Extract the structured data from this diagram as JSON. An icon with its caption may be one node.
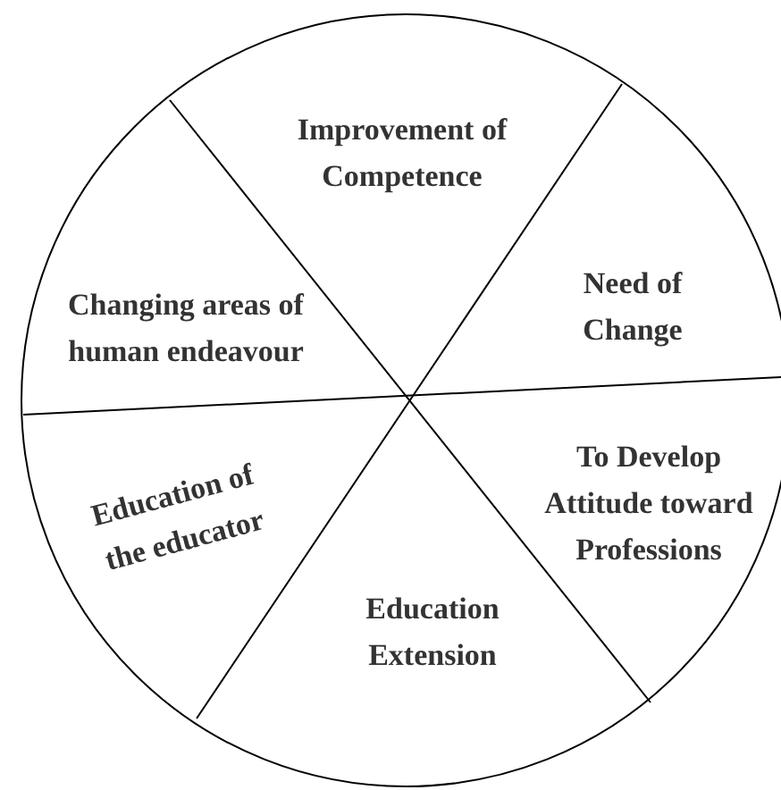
{
  "diagram": {
    "nodes": [
      {
        "text": [
          "Improvement of Competence"
        ]
      },
      {
        "text": [
          "Need of Change"
        ]
      },
      {
        "text": [
          "To Develop Attitude toward Professions"
        ]
      },
      {
        "text": [
          "Education Extension"
        ]
      },
      {
        "text": [
          "Education of the educator"
        ]
      },
      {
        "text": [
          "Changing areas of human endeavour"
        ]
      }
    ]
  }
}
